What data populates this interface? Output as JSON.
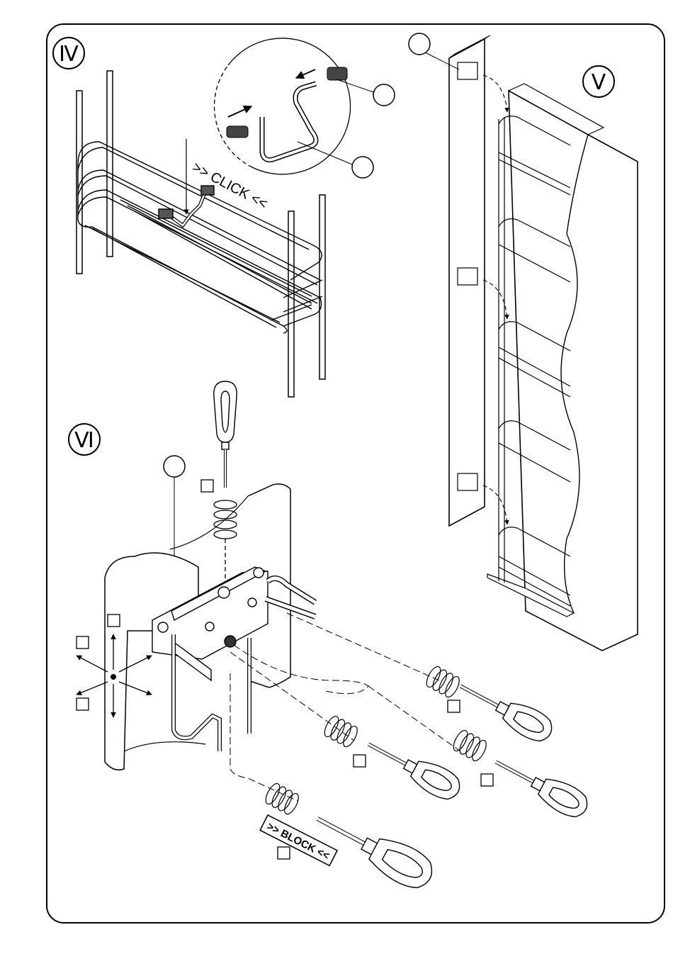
{
  "steps": {
    "iv": {
      "numeral": "Ⅳ",
      "label": ">> CLICK <<"
    },
    "v": {
      "numeral": "Ⅴ"
    },
    "vi": {
      "numeral": "Ⅵ",
      "label": ">> BLOCK <<"
    }
  }
}
